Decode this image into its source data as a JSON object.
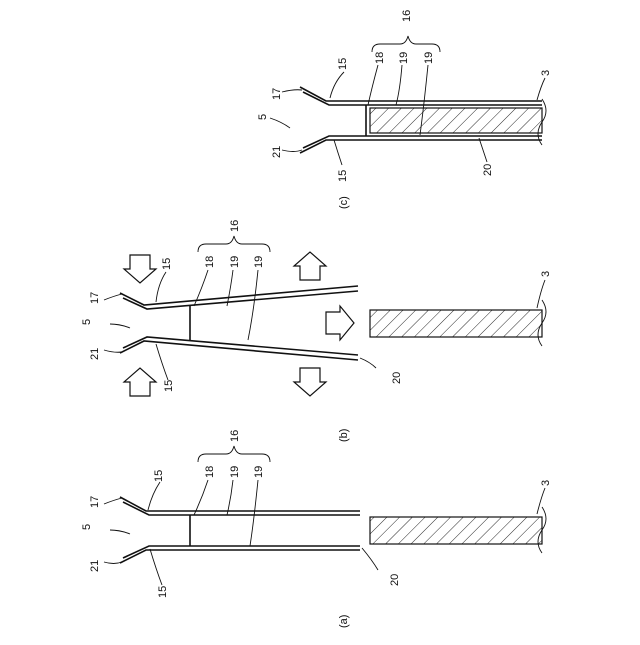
{
  "figure": {
    "orientation": "rotated-90-ccw",
    "panels": {
      "a": {
        "caption": "(a)",
        "labels": {
          "l5": "5",
          "l15a": "15",
          "l15b": "15",
          "l16": "16",
          "l17": "17",
          "l18": "18",
          "l19a": "19",
          "l19b": "19",
          "l20": "20",
          "l21": "21",
          "l3": "3"
        }
      },
      "b": {
        "caption": "(b)",
        "labels": {
          "l5": "5",
          "l15a": "15",
          "l15b": "15",
          "l16": "16",
          "l17": "17",
          "l18": "18",
          "l19a": "19",
          "l19b": "19",
          "l20": "20",
          "l21": "21",
          "l3": "3"
        }
      },
      "c": {
        "caption": "(c)",
        "labels": {
          "l5": "5",
          "l15a": "15",
          "l15b": "15",
          "l16": "16",
          "l17": "17",
          "l18": "18",
          "l19a": "19",
          "l19b": "19",
          "l20": "20",
          "l21": "21",
          "l3": "3"
        }
      }
    }
  }
}
